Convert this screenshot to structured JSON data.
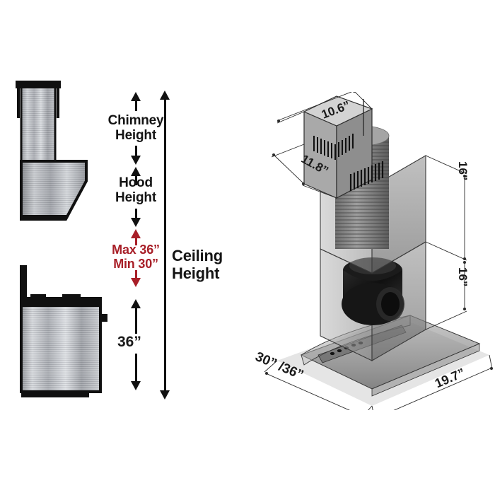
{
  "diagram": {
    "title": "Range hood installation dimension diagram",
    "background_color": "#ffffff",
    "accent_red": "#A81F28",
    "ink_black": "#111111"
  },
  "measure_column": {
    "chimney_label": "Chimney\nHeight",
    "hood_label": "Hood\nHeight",
    "clearance_label": "Max 36”\nMin 30”",
    "counter_label": "36”",
    "ceiling_label": "Ceiling\nHeight"
  },
  "hood_3d": {
    "chimney_width": "10.6”",
    "chimney_depth": "11.8”",
    "upper_chimney_height": "16”",
    "lower_chimney_height": "16”",
    "canopy_width": "30” /36”",
    "canopy_depth": "19.7”"
  },
  "views": {
    "hood_profile_name": "hood-side-profile",
    "range_profile_name": "range-side-profile"
  }
}
